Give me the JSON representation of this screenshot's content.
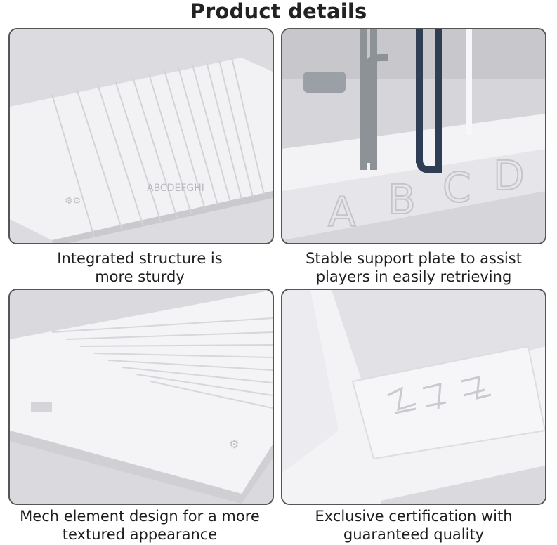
{
  "header": {
    "title": "Product details"
  },
  "panels": [
    {
      "caption_line1": "Integrated structure is",
      "caption_line2": "more sturdy",
      "letters": "ABCDEFGHI"
    },
    {
      "caption_line1": "Stable support plate to assist",
      "caption_line2": "players in easily retrieving",
      "letters": [
        "A",
        "B",
        "C",
        "D"
      ]
    },
    {
      "caption_line1": "Mech element design for a more",
      "caption_line2": "textured appearance"
    },
    {
      "caption_line1": "Exclusive certification with",
      "caption_line2": "guaranteed quality"
    }
  ],
  "colors": {
    "plate": "#f4f4f7",
    "background": "#dcdce0",
    "border": "#555555",
    "rod_dark": "#2f3d55",
    "rod_grey": "#8d9297"
  }
}
